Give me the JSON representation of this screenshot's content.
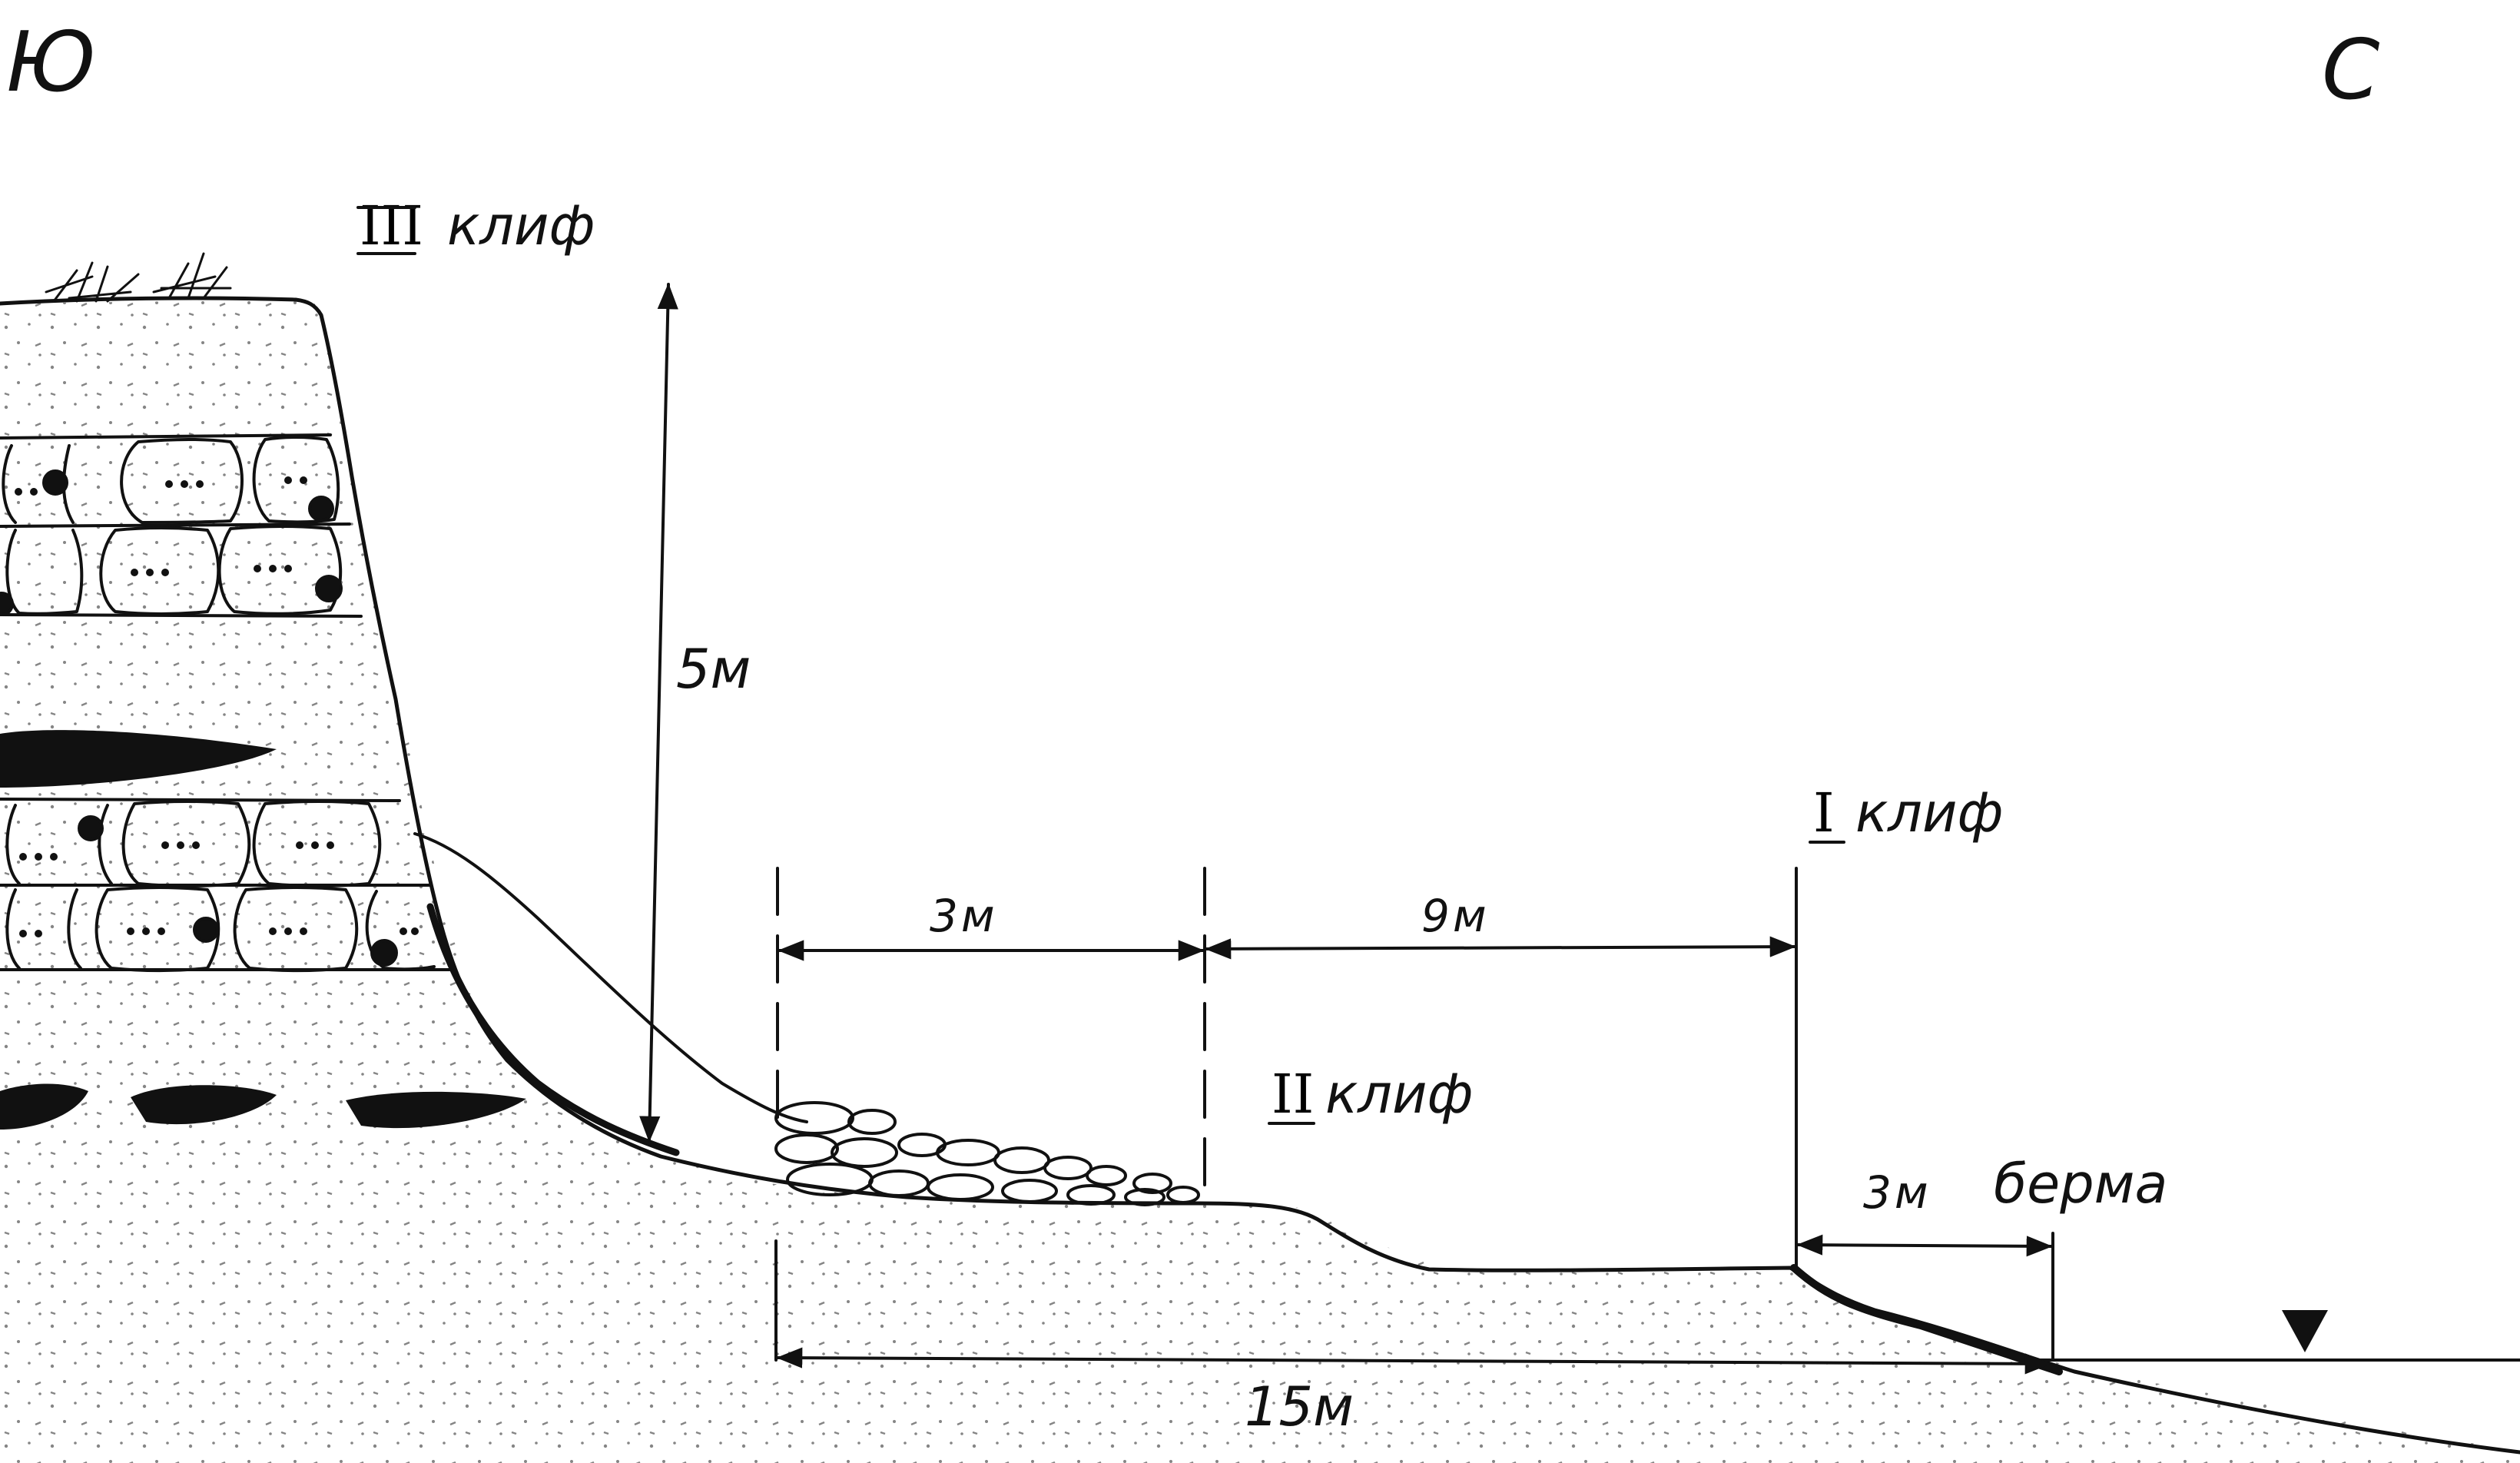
{
  "directions": {
    "south": "Ю",
    "north": "С"
  },
  "cliffs": [
    {
      "roman": "III",
      "word": "клиф"
    },
    {
      "roman": "II",
      "word": "клиф"
    },
    {
      "roman": "I",
      "word": "клиф"
    }
  ],
  "berm_label": "берма",
  "dimensions": {
    "height": "5м",
    "pebbles_width": "3м",
    "terrace_width": "9м",
    "berm_width": "3м",
    "total_width": "15м"
  },
  "colors": {
    "ink": "#111111",
    "paper": "#ffffff"
  },
  "water_level_icon": "water-level-triangle-icon"
}
